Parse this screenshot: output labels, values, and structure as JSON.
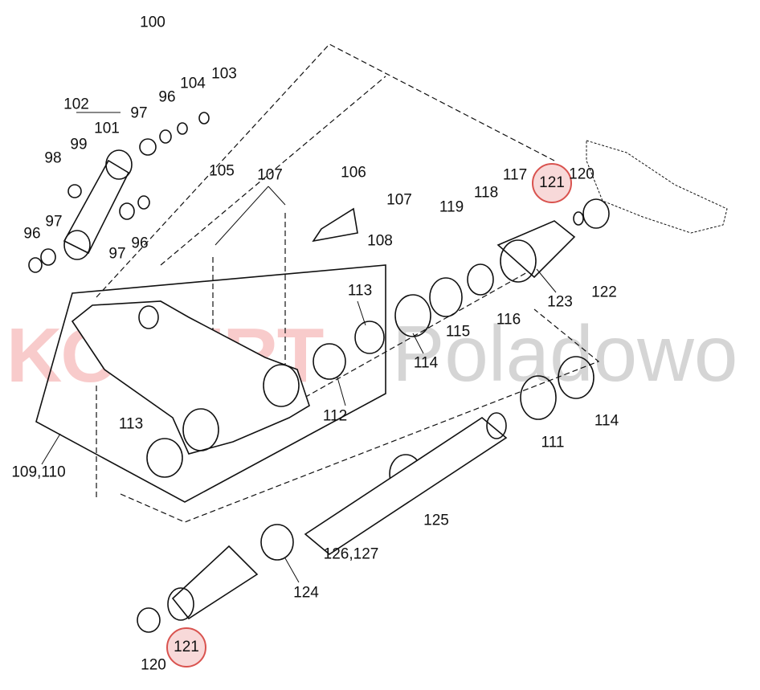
{
  "watermark": {
    "brand": "KONERT",
    "location": "Poladowo"
  },
  "labels": [
    "100",
    "104",
    "103",
    "102",
    "97",
    "96",
    "101",
    "99",
    "98",
    "105",
    "107",
    "106",
    "107",
    "108",
    "117",
    "121",
    "120",
    "118",
    "119",
    "122",
    "123",
    "116",
    "115",
    "114",
    "113",
    "112",
    "113",
    "96",
    "97",
    "97",
    "96",
    "109,110",
    "114",
    "111",
    "125",
    "126,127",
    "124",
    "121",
    "120"
  ],
  "highlight_color": "#d9534f"
}
